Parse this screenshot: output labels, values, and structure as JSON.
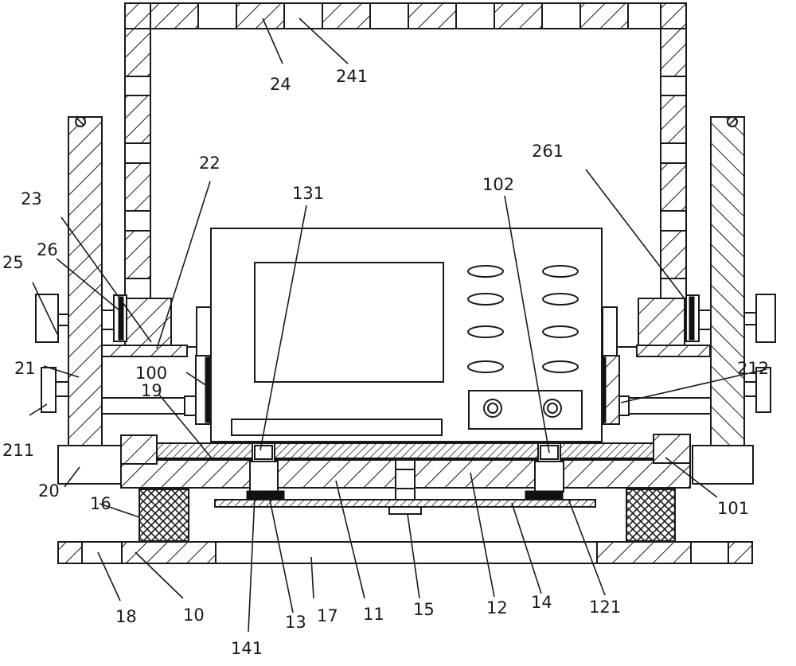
{
  "labels": {
    "l24": "24",
    "l241": "241",
    "l22": "22",
    "l261": "261",
    "l23": "23",
    "l131": "131",
    "l102": "102",
    "l26": "26",
    "l25": "25",
    "l21": "21",
    "l100": "100",
    "l212": "212",
    "l19": "19",
    "l211": "211",
    "l20": "20",
    "l16": "16",
    "l101": "101",
    "l18": "18",
    "l10": "10",
    "l17": "17",
    "l11": "11",
    "l15": "15",
    "l12": "12",
    "l14": "14",
    "l121": "121",
    "l13": "13",
    "l141": "141"
  }
}
